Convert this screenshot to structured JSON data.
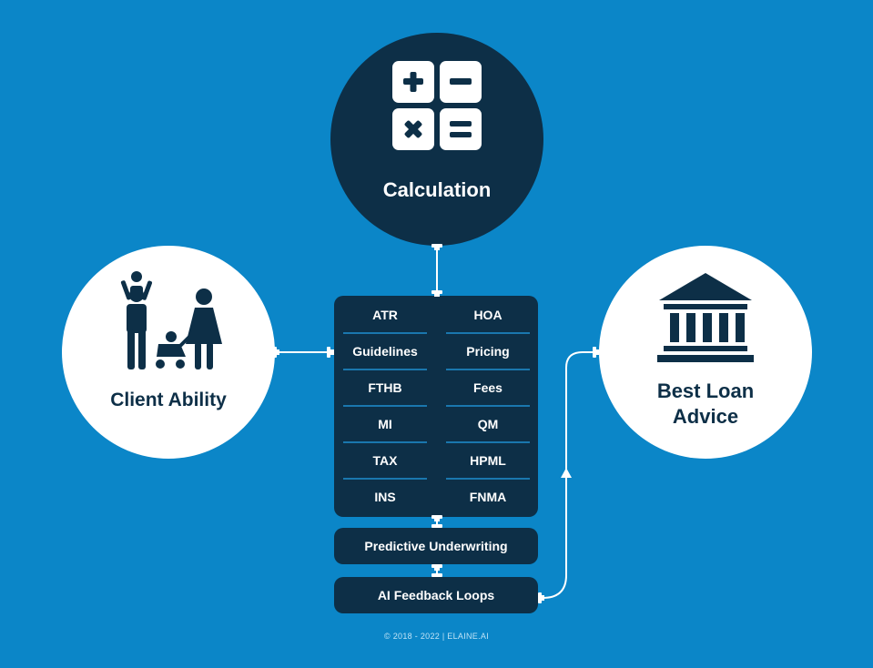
{
  "nodes": {
    "calculation": {
      "label": "Calculation",
      "icon": "calculator-icon"
    },
    "client_ability": {
      "label": "Client Ability",
      "icon": "family-icon"
    },
    "best_loan_advice": {
      "label_line1": "Best Loan",
      "label_line2": "Advice",
      "icon": "bank-icon"
    }
  },
  "factors": {
    "left": [
      "ATR",
      "Guidelines",
      "FTHB",
      "MI",
      "TAX",
      "INS"
    ],
    "right": [
      "HOA",
      "Pricing",
      "Fees",
      "QM",
      "HPML",
      "FNMA"
    ]
  },
  "steps": {
    "predictive": "Predictive Underwriting",
    "feedback": "AI Feedback Loops"
  },
  "footer": "© 2018 - 2022 | ELAINE.AI",
  "colors": {
    "background": "#0b86c8",
    "dark_navy": "#0d2f47",
    "white": "#ffffff",
    "divider": "#1f8fd0"
  }
}
